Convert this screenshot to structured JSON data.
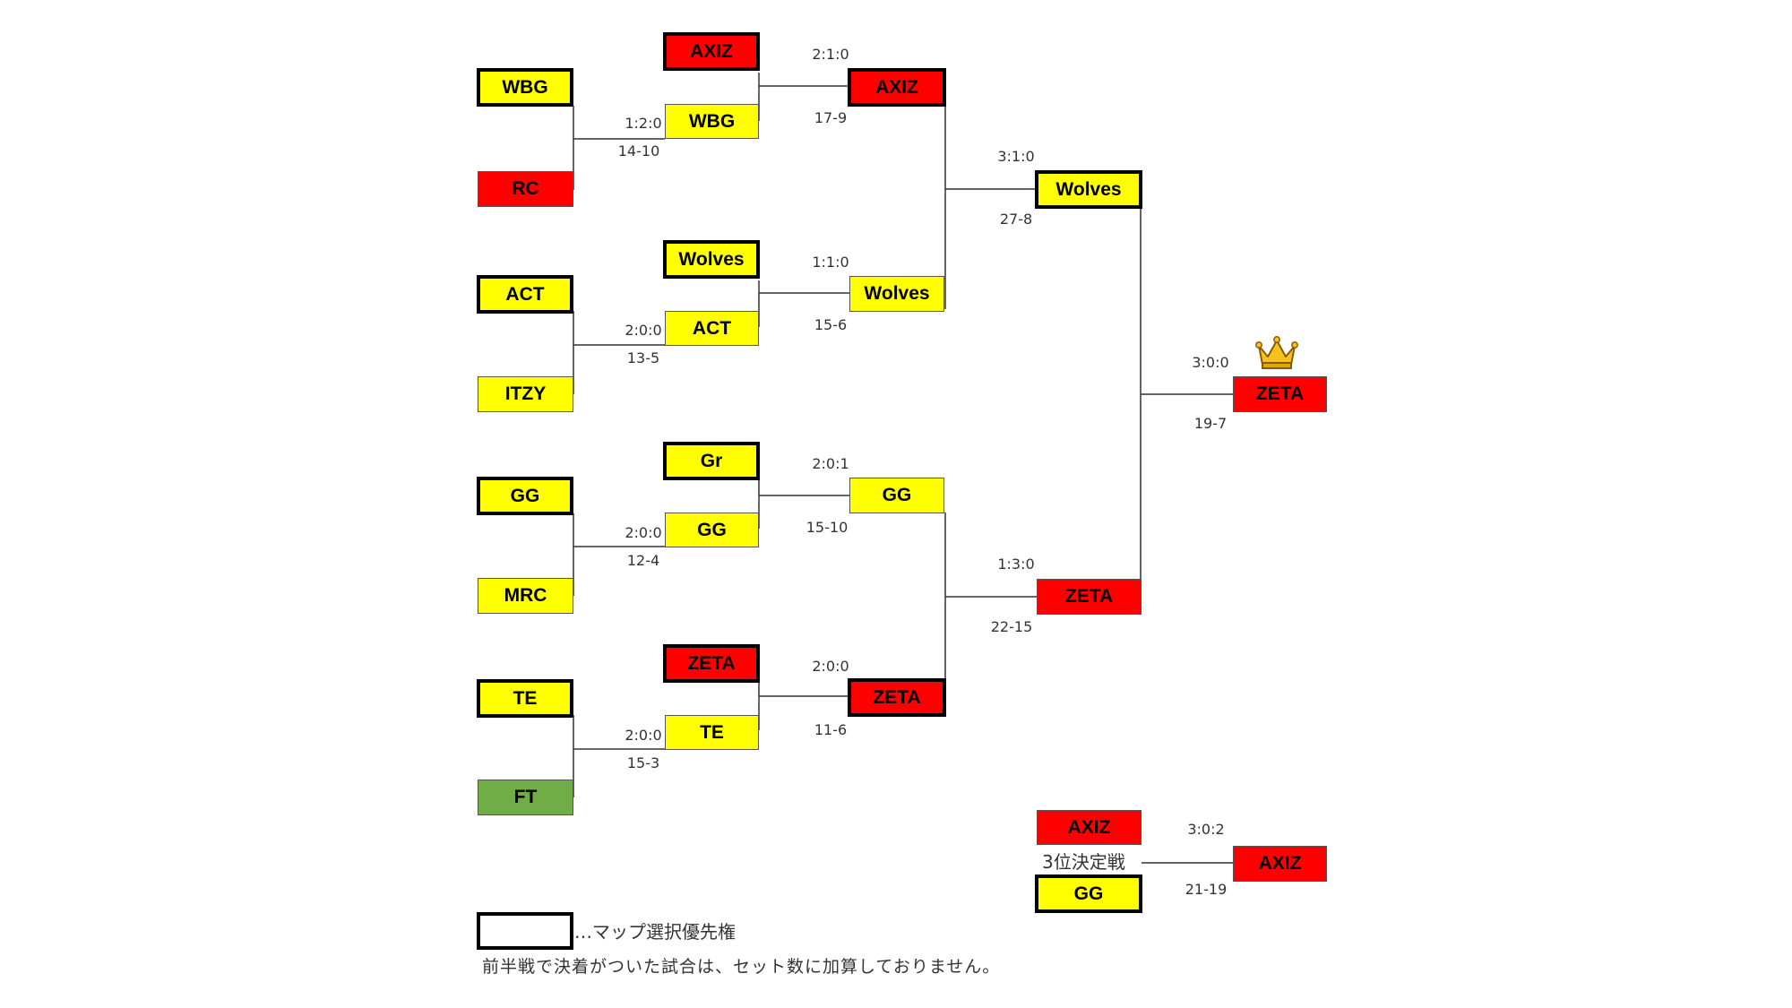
{
  "round1": {
    "m1": {
      "top": "WBG",
      "bottom": "RC",
      "set_score": "1:2:0",
      "round_score": "14-10"
    },
    "m2": {
      "top": "ACT",
      "bottom": "ITZY",
      "set_score": "2:0:0",
      "round_score": "13-5"
    },
    "m3": {
      "top": "GG",
      "bottom": "MRC",
      "set_score": "2:0:0",
      "round_score": "12-4"
    },
    "m4": {
      "top": "TE",
      "bottom": "FT",
      "set_score": "2:0:0",
      "round_score": "15-3"
    }
  },
  "round2": {
    "m1": {
      "seed": "AXIZ",
      "winner_prev": "WBG",
      "set_score": "2:1:0",
      "round_score": "17-9"
    },
    "m2": {
      "seed": "Wolves",
      "winner_prev": "ACT",
      "set_score": "1:1:0",
      "round_score": "15-6"
    },
    "m3": {
      "seed": "Gr",
      "winner_prev": "GG",
      "set_score": "2:0:1",
      "round_score": "15-10"
    },
    "m4": {
      "seed": "ZETA",
      "winner_prev": "TE",
      "set_score": "2:0:0",
      "round_score": "11-6"
    }
  },
  "semis": {
    "top_a": "AXIZ",
    "top_b": "Wolves",
    "bottom_a": "GG",
    "bottom_b": "ZETA",
    "top_set_score": "3:1:0",
    "top_round_score": "27-8",
    "bottom_set_score": "1:3:0",
    "bottom_round_score": "22-15"
  },
  "final": {
    "a": "Wolves",
    "b": "ZETA",
    "set_score": "3:0:0",
    "round_score": "19-7",
    "champion": "ZETA",
    "champion_icon": "crown-icon"
  },
  "third_place": {
    "a": "AXIZ",
    "b": "GG",
    "label": "3位決定戦",
    "set_score": "3:0:2",
    "round_score": "21-19",
    "winner": "AXIZ"
  },
  "legend": {
    "text": "…マップ選択優先権",
    "note": "前半戦で決着がついた試合は、セット数に加算しておりません。"
  },
  "colors": {
    "yellow": "#ffff00",
    "red": "#ff0000",
    "green": "#70ad47"
  }
}
